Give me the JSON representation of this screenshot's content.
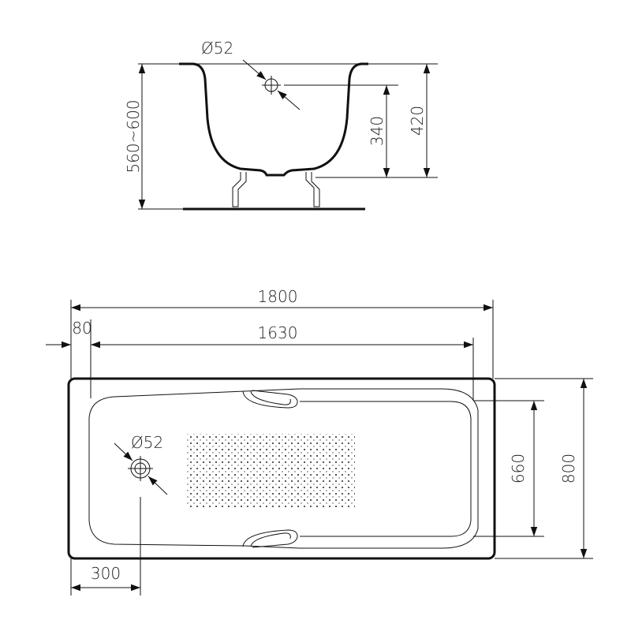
{
  "side_view": {
    "drain_diameter_label": "Ø52",
    "total_height_label": "560~600",
    "drain_height_label": "340",
    "depth_label": "420"
  },
  "top_view": {
    "length_label": "1800",
    "rim_offset_label": "80",
    "inner_length_label": "1630",
    "drain_diameter_label": "Ø52",
    "inner_width_label": "660",
    "width_label": "800",
    "drain_offset_label": "300"
  }
}
